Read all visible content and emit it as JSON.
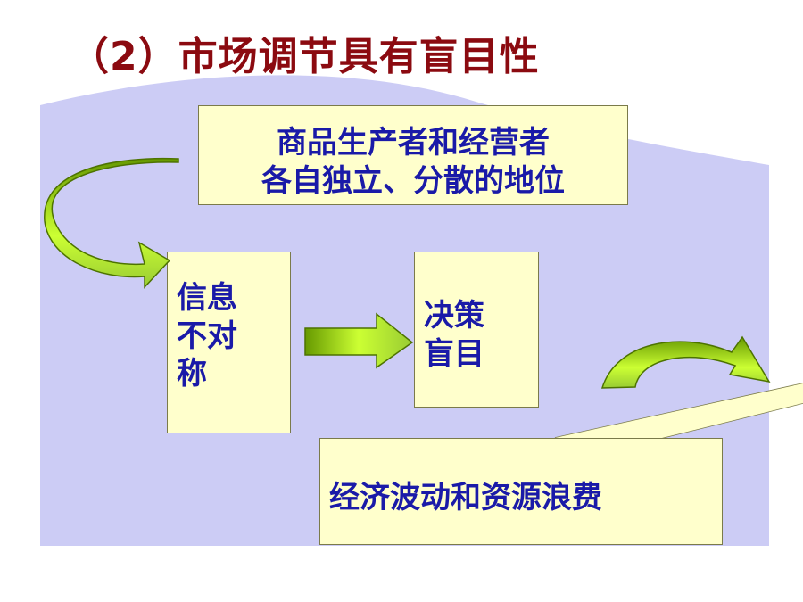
{
  "title": "（2）市场调节具有盲目性",
  "boxes": {
    "top_line1": "商品生产者和经营者",
    "top_line2": "各自独立、分散的地位",
    "info_line1": "信息",
    "info_line2": "不对",
    "info_line3": "称",
    "decision_line1": "决策",
    "decision_line2": "盲目",
    "result": "经济波动和资源浪费"
  },
  "colors": {
    "title": "#8b0a10",
    "box_text": "#1a1aa8",
    "box_fill": "#ffffcc",
    "panel": "#ccccf5",
    "arrow_light": "#ccff33",
    "arrow_dark": "#669900"
  }
}
